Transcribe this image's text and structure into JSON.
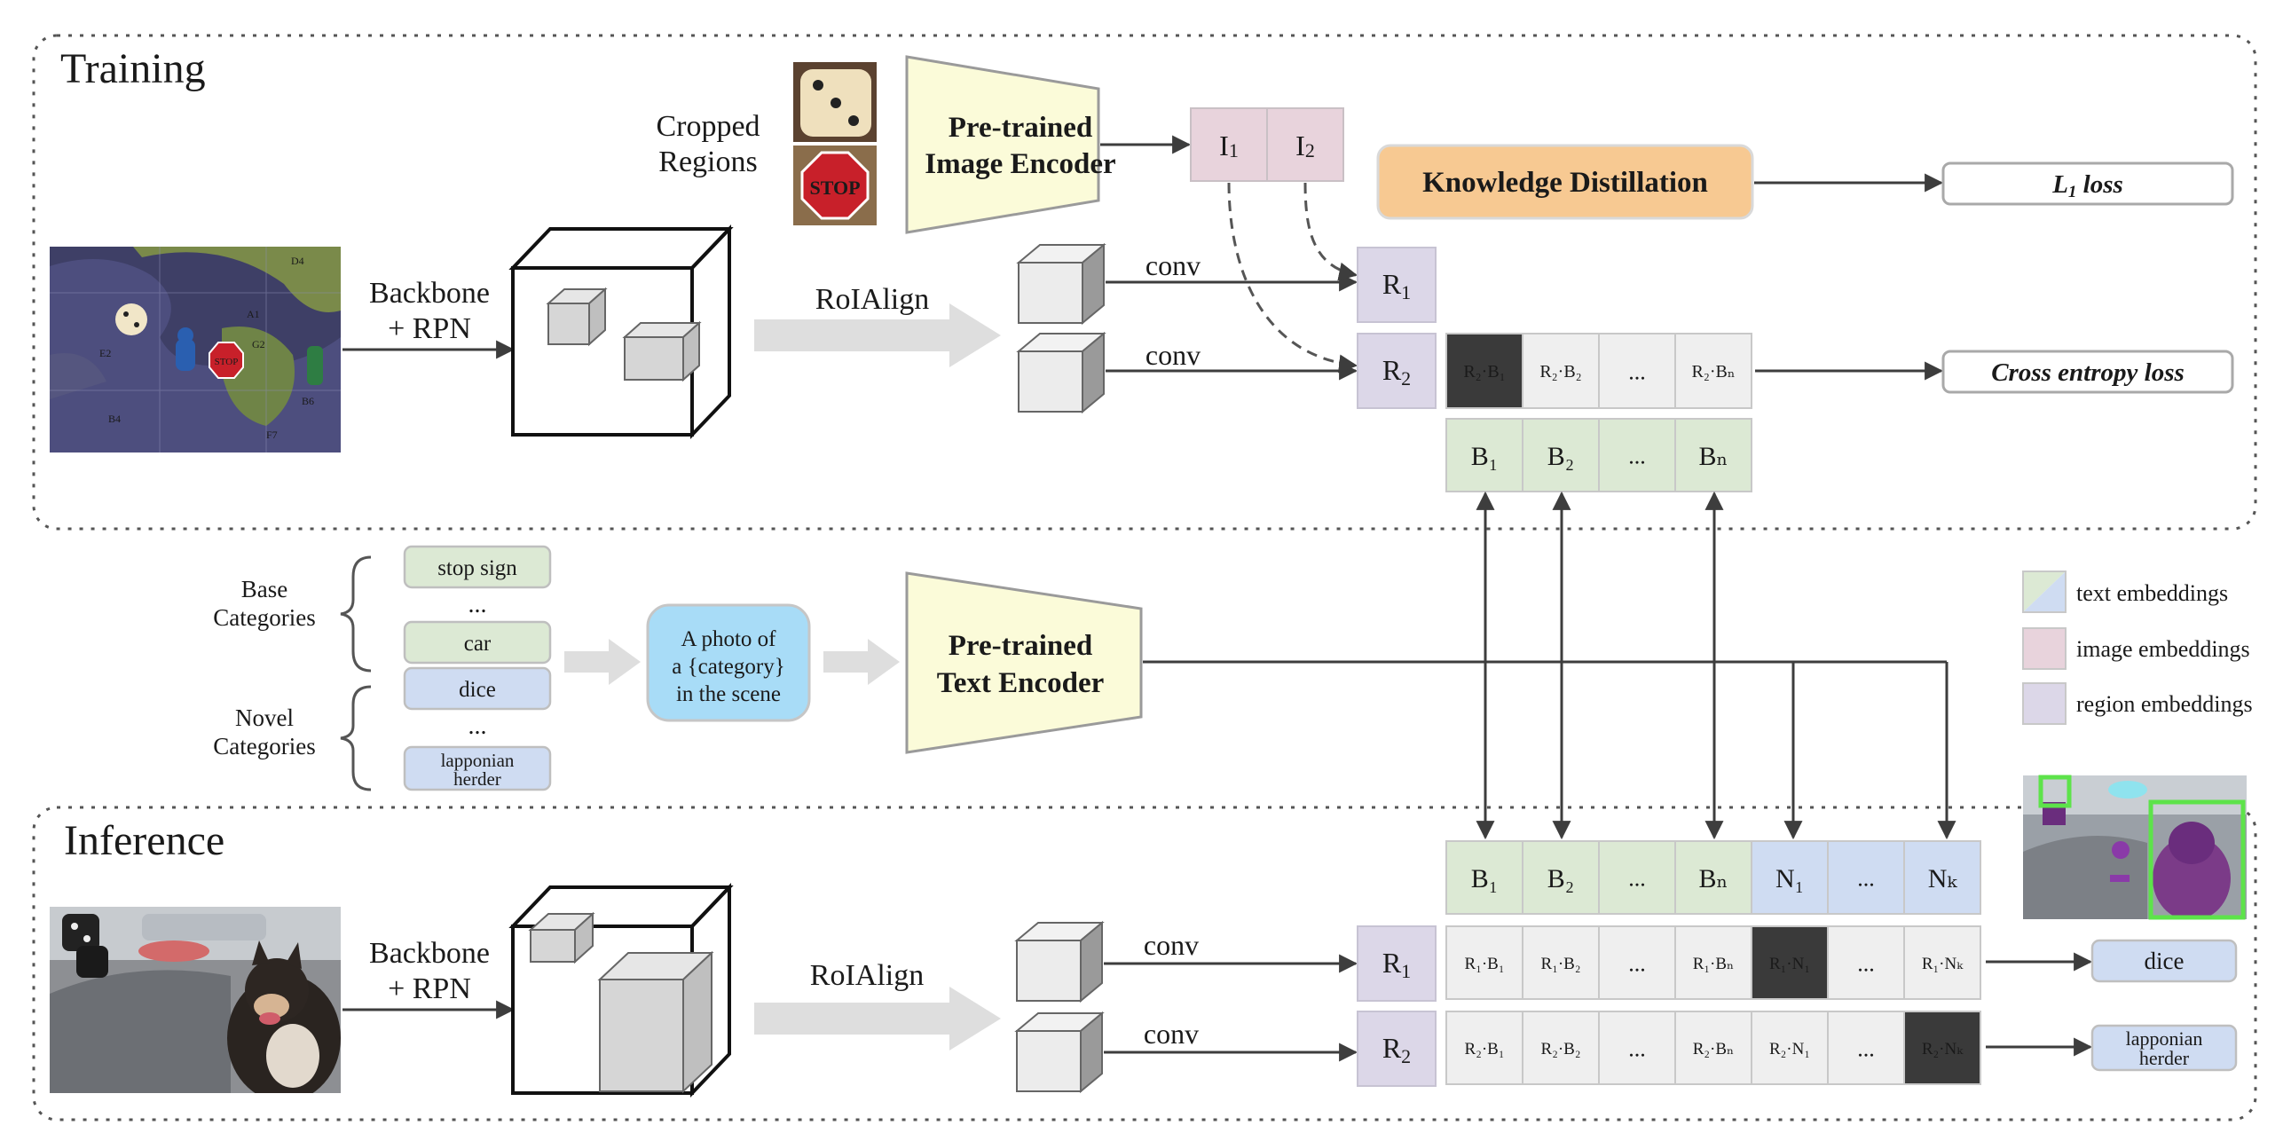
{
  "sections": {
    "training": "Training",
    "inference": "Inference"
  },
  "cropped_regions": {
    "line1": "Cropped",
    "line2": "Regions"
  },
  "backbone": {
    "line1": "Backbone",
    "line2": "+ RPN"
  },
  "roialign": "RoIAlign",
  "conv": "conv",
  "image_encoder": {
    "line1": "Pre-trained",
    "line2": "Image Encoder"
  },
  "text_encoder": {
    "line1": "Pre-trained",
    "line2": "Text Encoder"
  },
  "knowledge_distillation": "Knowledge Distillation",
  "l1_loss": {
    "main": "L",
    "sub": "1",
    "rest": " loss"
  },
  "ce_loss": "Cross entropy loss",
  "image_embeddings": [
    {
      "main": "I",
      "sub": "1"
    },
    {
      "main": "I",
      "sub": "2"
    }
  ],
  "regions": [
    {
      "main": "R",
      "sub": "1"
    },
    {
      "main": "R",
      "sub": "2"
    }
  ],
  "training_scores": [
    "R₂·B₁",
    "R₂·B₂",
    "...",
    "R₂·Bₙ"
  ],
  "base_embeddings": [
    "B₁",
    "B₂",
    "...",
    "Bₙ"
  ],
  "inference_embeddings": [
    "B₁",
    "B₂",
    "...",
    "Bₙ",
    "N₁",
    "...",
    "Nₖ"
  ],
  "inference_scores_r1": [
    "R₁·B₁",
    "R₁·B₂",
    "...",
    "R₁·Bₙ",
    "R₁·N₁",
    "...",
    "R₁·Nₖ"
  ],
  "inference_scores_r2": [
    "R₂·B₁",
    "R₂·B₂",
    "...",
    "R₂·Bₙ",
    "R₂·N₁",
    "...",
    "R₂·Nₖ"
  ],
  "base_categories": {
    "label_line1": "Base",
    "label_line2": "Categories",
    "items": [
      "stop sign",
      "...",
      "car"
    ]
  },
  "novel_categories": {
    "label_line1": "Novel",
    "label_line2": "Categories",
    "items": [
      "dice",
      "...",
      "lapponian",
      "herder"
    ]
  },
  "prompt": {
    "line1": "A photo of",
    "line2": "a {category}",
    "line3": "in the scene"
  },
  "outputs": {
    "dice": "dice",
    "herder_line1": "lapponian",
    "herder_line2": "herder"
  },
  "legend": {
    "text": "text embeddings",
    "image": "image embeddings",
    "region": "region embeddings"
  },
  "image_labels": {
    "stop": "STOP",
    "b4": "B4",
    "b6": "B6",
    "f7": "F7",
    "e2": "E2",
    "a1": "A1",
    "g2": "G2",
    "d4": "D4"
  },
  "colors": {
    "base_green": "#dce9d4",
    "novel_blue": "#cfdcf2",
    "image_pink": "#e8d3dc",
    "region_purple": "#dcd7e8",
    "encoder_yellow": "#fbfbd9",
    "distill_orange": "#f7c992",
    "prompt_blue": "#a8dcf7",
    "score_grey": "#efefef",
    "score_dark": "#3a3a3a"
  }
}
